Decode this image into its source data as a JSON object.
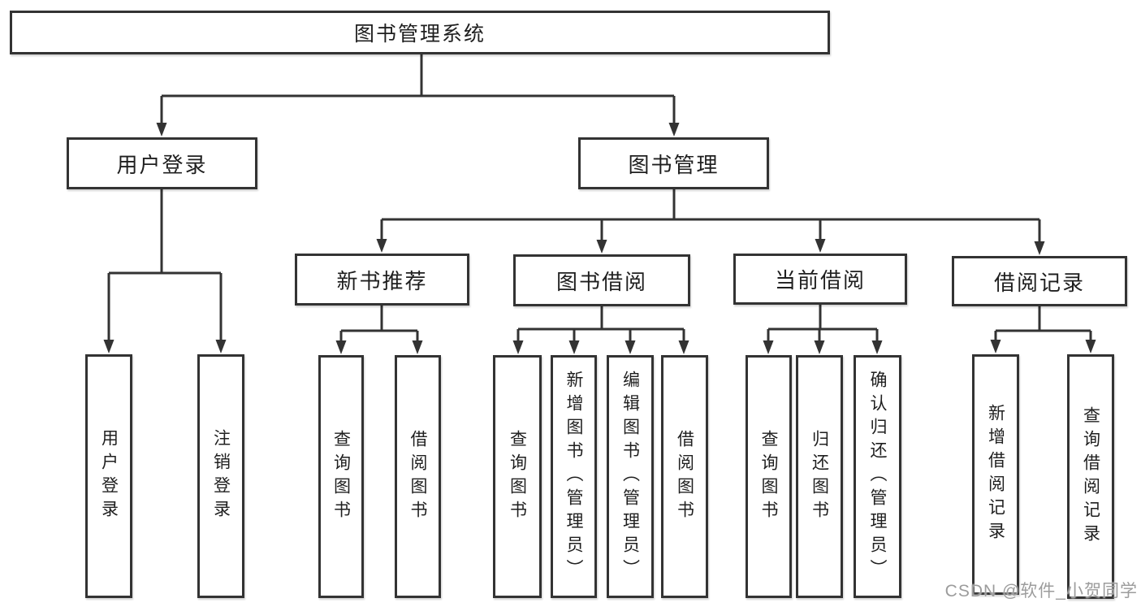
{
  "diagram": {
    "root_label": "图书管理系统",
    "branches": {
      "login": {
        "label": "用户登录",
        "children": [
          "用户登录",
          "注销登录"
        ]
      },
      "management": {
        "label": "图书管理",
        "groups": [
          {
            "label": "新书推荐",
            "children": [
              "查询图书",
              "借阅图书"
            ]
          },
          {
            "label": "图书借阅",
            "children": [
              "查询图书",
              "新增图书（管理员）",
              "编辑图书（管理员）",
              "借阅图书"
            ]
          },
          {
            "label": "当前借阅",
            "children": [
              "查询图书",
              "归还图书",
              "确认归还（管理员）"
            ]
          },
          {
            "label": "借阅记录",
            "children": [
              "新增借阅记录",
              "查询借阅记录"
            ]
          }
        ]
      }
    }
  },
  "watermark": "CSDN @软件_小贺同学",
  "colors": {
    "line": "#333333",
    "box_border": "#333333",
    "box_fill": "#ffffff",
    "text": "#1f1f1f",
    "watermark": "#9c9c9c",
    "background": "#ffffff"
  }
}
